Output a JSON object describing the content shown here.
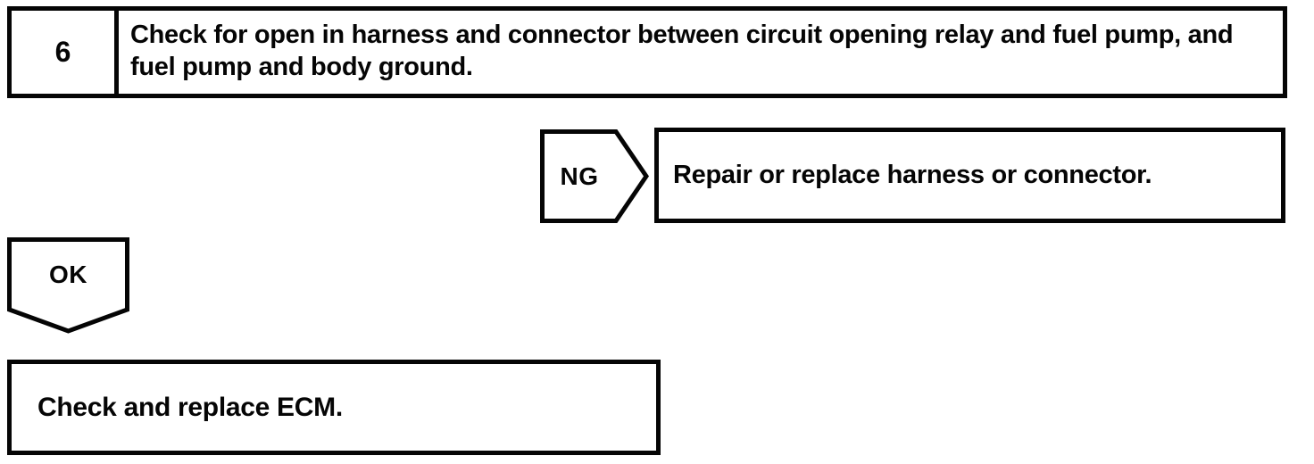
{
  "page": {
    "background": "#ffffff",
    "ink": "#050505"
  },
  "flowchart": {
    "step": {
      "number": "6",
      "instruction": "Check for open in harness and connector between circuit opening relay and fuel pump, and fuel pump and body ground."
    },
    "ng_branch": {
      "label": "NG",
      "action": "Repair or replace harness or connector."
    },
    "ok_branch": {
      "label": "OK",
      "action": "Check and replace ECM."
    }
  }
}
